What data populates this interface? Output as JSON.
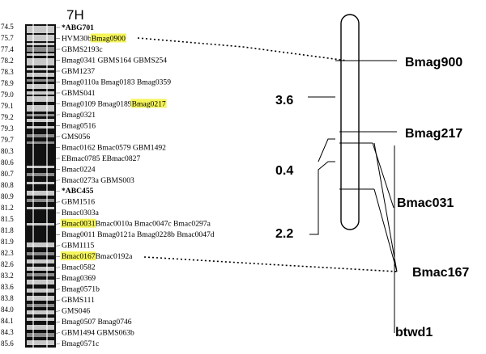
{
  "chromosome_label": "7H",
  "positions": [
    "74.5",
    "75.7",
    "77.4",
    "78.2",
    "78.3",
    "78.9",
    "79.0",
    "79.1",
    "79.2",
    "79.3",
    "79.7",
    "80.3",
    "80.6",
    "80.7",
    "80.8",
    "80.9",
    "81.2",
    "81.5",
    "81.8",
    "81.9",
    "82.3",
    "82.6",
    "83.2",
    "83.6",
    "83.8",
    "84.0",
    "84.1",
    "84.3",
    "85.6"
  ],
  "marker_rows": [
    [
      {
        "t": "*ABG701",
        "bold": true
      }
    ],
    [
      {
        "t": "HVM30b "
      },
      {
        "t": "Bmag0900",
        "hl": true
      }
    ],
    [
      {
        "t": "GBMS2193c"
      }
    ],
    [
      {
        "t": "Bmag0341 GBMS164 GBMS254"
      }
    ],
    [
      {
        "t": "GBM1237"
      }
    ],
    [
      {
        "t": "Bmag0110a Bmag0183 Bmag0359"
      }
    ],
    [
      {
        "t": "GBMS041"
      }
    ],
    [
      {
        "t": "Bmag0109 Bmag0189 "
      },
      {
        "t": "Bmag0217",
        "hl": true
      }
    ],
    [
      {
        "t": "Bmag0321"
      }
    ],
    [
      {
        "t": "Bmag0516"
      }
    ],
    [
      {
        "t": "GMS056"
      }
    ],
    [
      {
        "t": "Bmac0162 Bmac0579 GBM1492"
      }
    ],
    [
      {
        "t": "EBmac0785 EBmac0827"
      }
    ],
    [
      {
        "t": "Bmac0224"
      }
    ],
    [
      {
        "t": "Bmac0273a GBMS003"
      }
    ],
    [
      {
        "t": "*ABC455",
        "bold": true
      }
    ],
    [
      {
        "t": "GBM1516"
      }
    ],
    [
      {
        "t": "Bmac0303a"
      }
    ],
    [
      {
        "t": "Bmac0031",
        "hl": true
      },
      {
        "t": " Bmac0010a Bmac0047c Bmac0297a"
      }
    ],
    [
      {
        "t": "Bmag0011 Bmag0121a Bmag0228b Bmac0047d"
      }
    ],
    [
      {
        "t": "GBM1115"
      }
    ],
    [
      {
        "t": "Bmac0167",
        "hl": true
      },
      {
        "t": " Bmac0192a"
      }
    ],
    [
      {
        "t": "Bmac0582"
      }
    ],
    [
      {
        "t": "Bmag0369"
      }
    ],
    [
      {
        "t": "Bmag0571b"
      }
    ],
    [
      {
        "t": "GBMS111"
      }
    ],
    [
      {
        "t": "GMS046"
      }
    ],
    [
      {
        "t": "Bmag0507 Bmag0746"
      }
    ],
    [
      {
        "t": "GBM1494 GBMS063b"
      }
    ],
    [
      {
        "t": "Bmag0571c"
      }
    ]
  ],
  "right_markers": [
    "Bmag900",
    "Bmag217",
    "Bmac031",
    "Bmac167",
    "btwd1"
  ],
  "interval_labels": [
    "3.6",
    "0.4",
    "2.2"
  ],
  "colors": {
    "highlight": "#f5f55a",
    "bar_black": "#111111",
    "bar_light": "#c8c8c8",
    "bar_mid": "#8a8a8a",
    "ink": "#000000"
  }
}
